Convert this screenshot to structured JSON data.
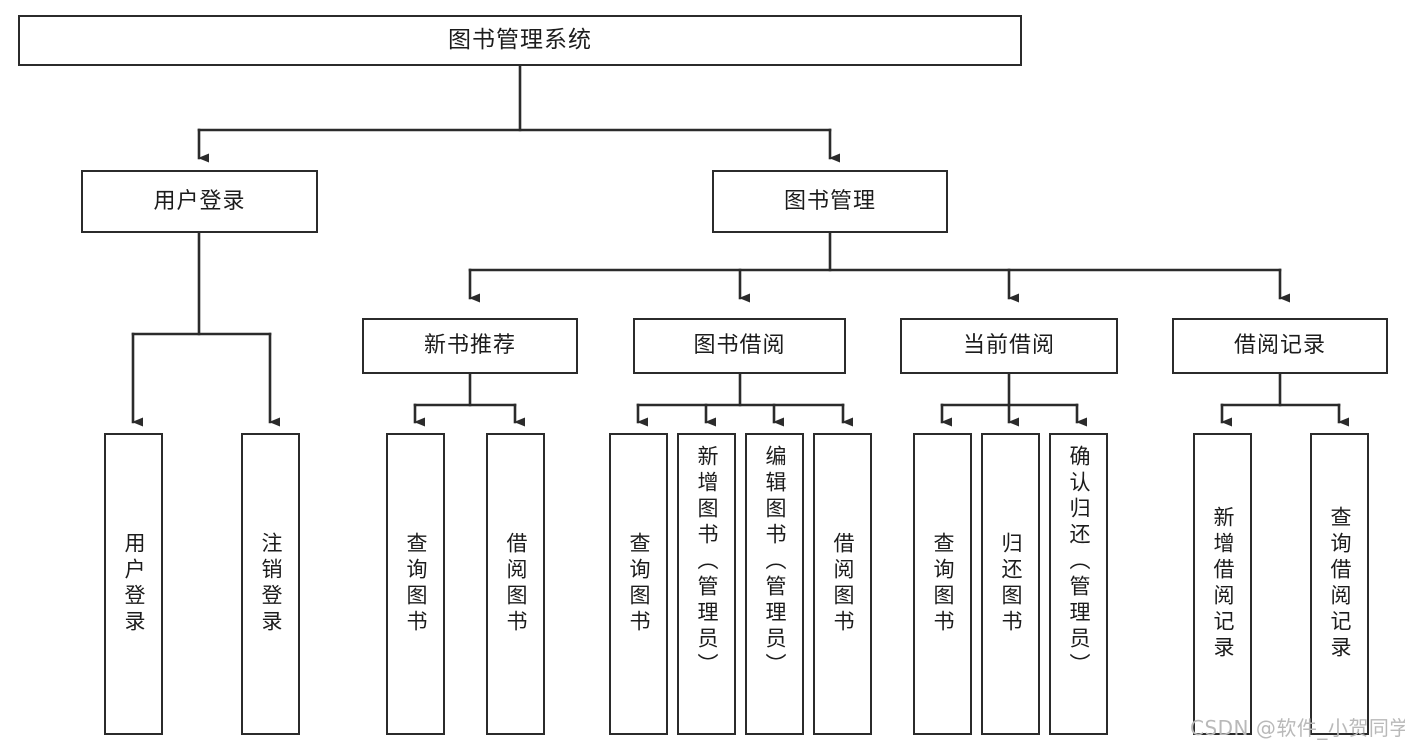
{
  "diagram": {
    "title": "图书管理系统",
    "type": "tree",
    "root": {
      "label": "图书管理系统"
    },
    "level2": [
      {
        "label": "用户登录"
      },
      {
        "label": "图书管理"
      }
    ],
    "level3": [
      {
        "label": "新书推荐"
      },
      {
        "label": "图书借阅"
      },
      {
        "label": "当前借阅"
      },
      {
        "label": "借阅记录"
      }
    ],
    "leaves": {
      "user_login": [
        {
          "label": "用户登录"
        },
        {
          "label": "注销登录"
        }
      ],
      "new_book_recommend": [
        {
          "label": "查询图书"
        },
        {
          "label": "借阅图书"
        }
      ],
      "book_borrow": [
        {
          "label": "查询图书"
        },
        {
          "label": "新增图书（管理员）"
        },
        {
          "label": "编辑图书（管理员）"
        },
        {
          "label": "借阅图书"
        }
      ],
      "current_borrow": [
        {
          "label": "查询图书"
        },
        {
          "label": "归还图书"
        },
        {
          "label": "确认归还（管理员）"
        }
      ],
      "borrow_record": [
        {
          "label": "新增借阅记录"
        },
        {
          "label": "查询借阅记录"
        }
      ]
    }
  },
  "watermark": {
    "text": "CSDN @软件_小贺同学"
  },
  "colors": {
    "background": "#ffffff",
    "box_border": "#2b2b2b",
    "text": "#1c1c1c",
    "connector": "#2b2b2b",
    "watermark": "#b9b9b9"
  }
}
